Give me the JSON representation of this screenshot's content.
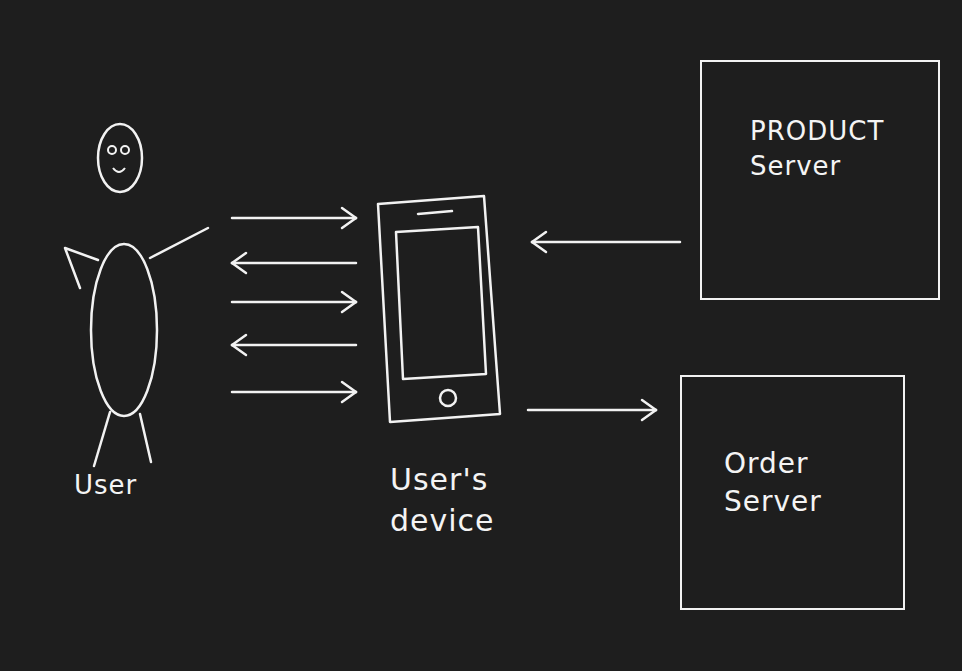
{
  "diagram": {
    "nodes": [
      {
        "text": [
          "User"
        ]
      },
      {
        "text": [
          "User's device"
        ]
      },
      {
        "text": [
          "PRODUCT Server"
        ]
      },
      {
        "text": [
          "Order Server"
        ]
      }
    ],
    "edges": [
      {
        "from": 0,
        "to": 1,
        "arrow": "to"
      },
      {
        "from": 1,
        "to": 0,
        "arrow": "to"
      },
      {
        "from": 0,
        "to": 1,
        "arrow": "to"
      },
      {
        "from": 1,
        "to": 0,
        "arrow": "to"
      },
      {
        "from": 0,
        "to": 1,
        "arrow": "to"
      },
      {
        "from": 2,
        "to": 1,
        "arrow": "to"
      },
      {
        "from": 1,
        "to": 3,
        "arrow": "to"
      }
    ]
  }
}
